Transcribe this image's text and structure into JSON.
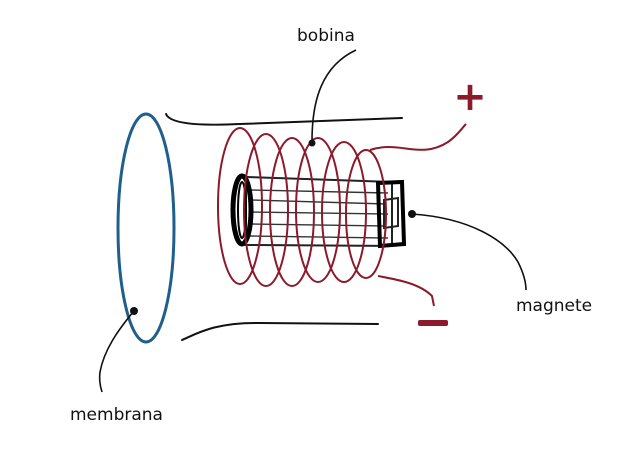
{
  "labels": {
    "coil": "bobina",
    "magnet": "magnete",
    "membrane": "membrana"
  },
  "terminals": {
    "positive": "+",
    "negative": "-"
  },
  "colors": {
    "coil": "#8b1a2b",
    "membrane": "#1f5f8b",
    "ink": "#111111",
    "terminal": "#8b1a2b"
  }
}
